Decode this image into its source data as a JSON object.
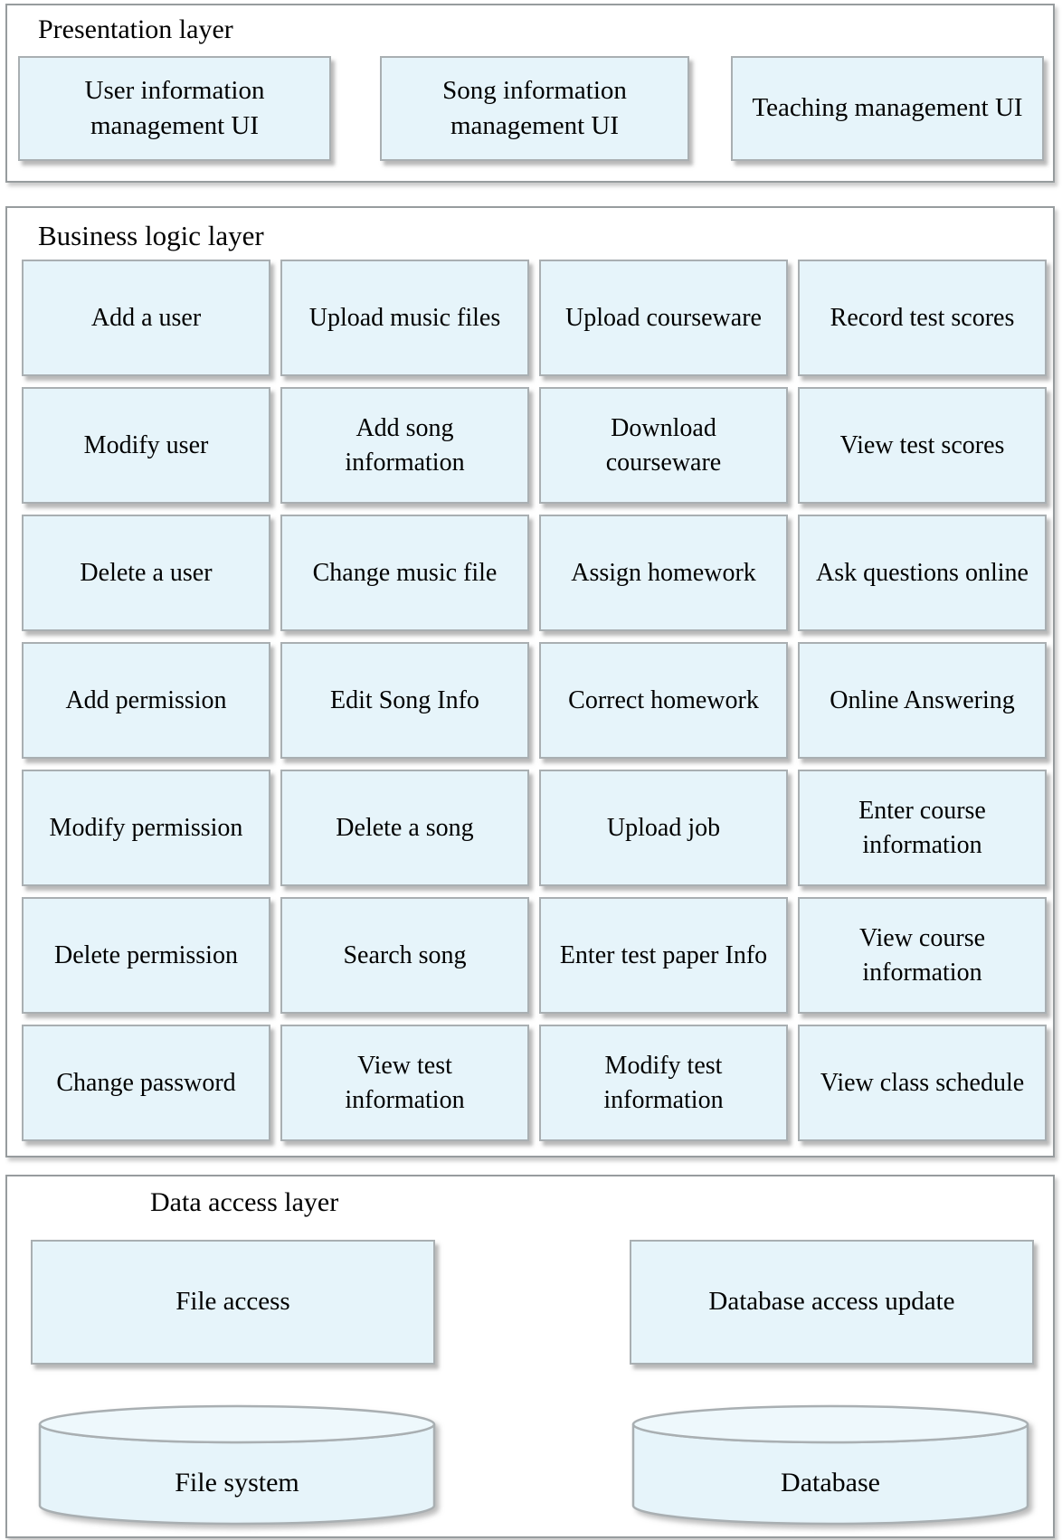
{
  "diagram": {
    "type": "layered-architecture"
  },
  "colors": {
    "box_fill": "#e6f4fa",
    "box_border": "#a9afb2",
    "container_border": "#979c9e",
    "shadow": "#8c8c8c",
    "text": "#000000",
    "background": "#ffffff"
  },
  "presentation": {
    "title": "Presentation layer",
    "boxes": [
      "User information management UI",
      "Song information management UI",
      "Teaching management UI"
    ]
  },
  "business": {
    "title": "Business logic layer",
    "boxes": [
      "Add a user",
      "Upload music files",
      "Upload courseware",
      "Record test scores",
      "Modify user",
      "Add song information",
      "Download courseware",
      "View test scores",
      "Delete a user",
      "Change music file",
      "Assign homework",
      "Ask questions online",
      "Add permission",
      "Edit Song Info",
      "Correct homework",
      "Online Answering",
      "Modify permission",
      "Delete a song",
      "Upload job",
      "Enter course information",
      "Delete permission",
      "Search song",
      "Enter test paper Info",
      "View course information",
      "Change password",
      "View test information",
      "Modify test information",
      "View class schedule"
    ]
  },
  "data_access": {
    "title": "Data access layer",
    "boxes": [
      "File access",
      "Database access update"
    ],
    "cylinders": [
      "File system",
      "Database"
    ]
  }
}
